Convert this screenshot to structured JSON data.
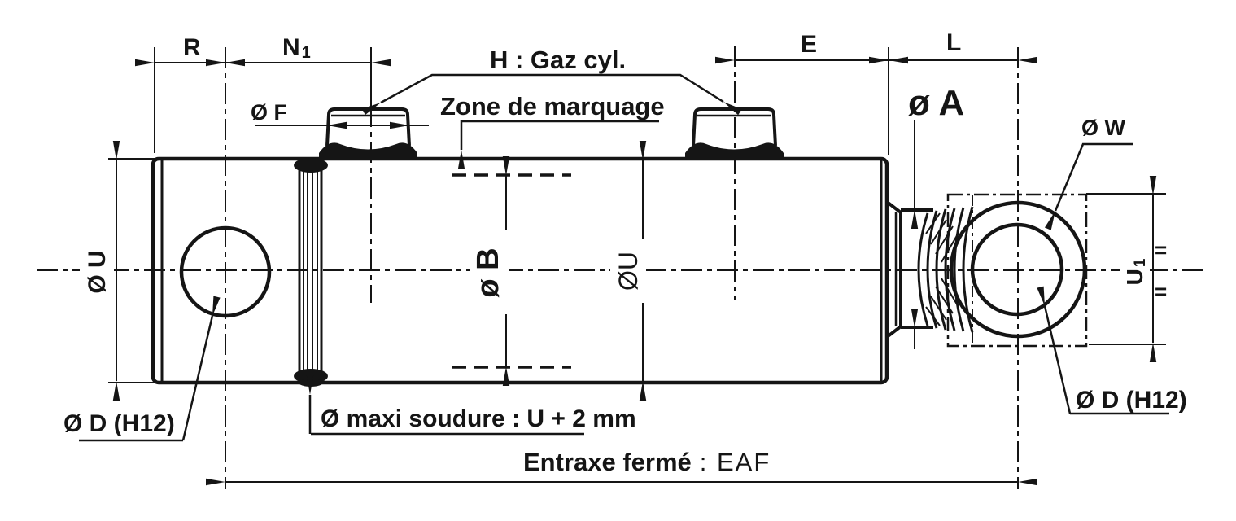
{
  "drawing": {
    "dims": {
      "r": "R",
      "n1": {
        "base": "N",
        "sub": "1"
      },
      "e": "E",
      "l": "L",
      "dia_f": "Ø F",
      "dia_a": "ø A",
      "dia_w": "Ø W",
      "dia_u_left": "Ø U",
      "dia_b": "ø B",
      "dia_u_mid": "ØU",
      "u1": {
        "base": "U",
        "sub": "1"
      },
      "equal_mark_top": "=",
      "equal_mark_bottom": "=",
      "dia_d_left": "Ø D (H12)",
      "dia_d_right": "Ø D (H12)"
    },
    "notes": {
      "gas_port": "H : Gaz cyl.",
      "marking_zone": "Zone de marquage",
      "max_weld": "Ø maxi soudure : U + 2 mm",
      "entraxe_label": "Entraxe fermé",
      "entraxe_value": ": EAF"
    },
    "colors": {
      "ink": "#151515",
      "paper": "#ffffff"
    }
  }
}
